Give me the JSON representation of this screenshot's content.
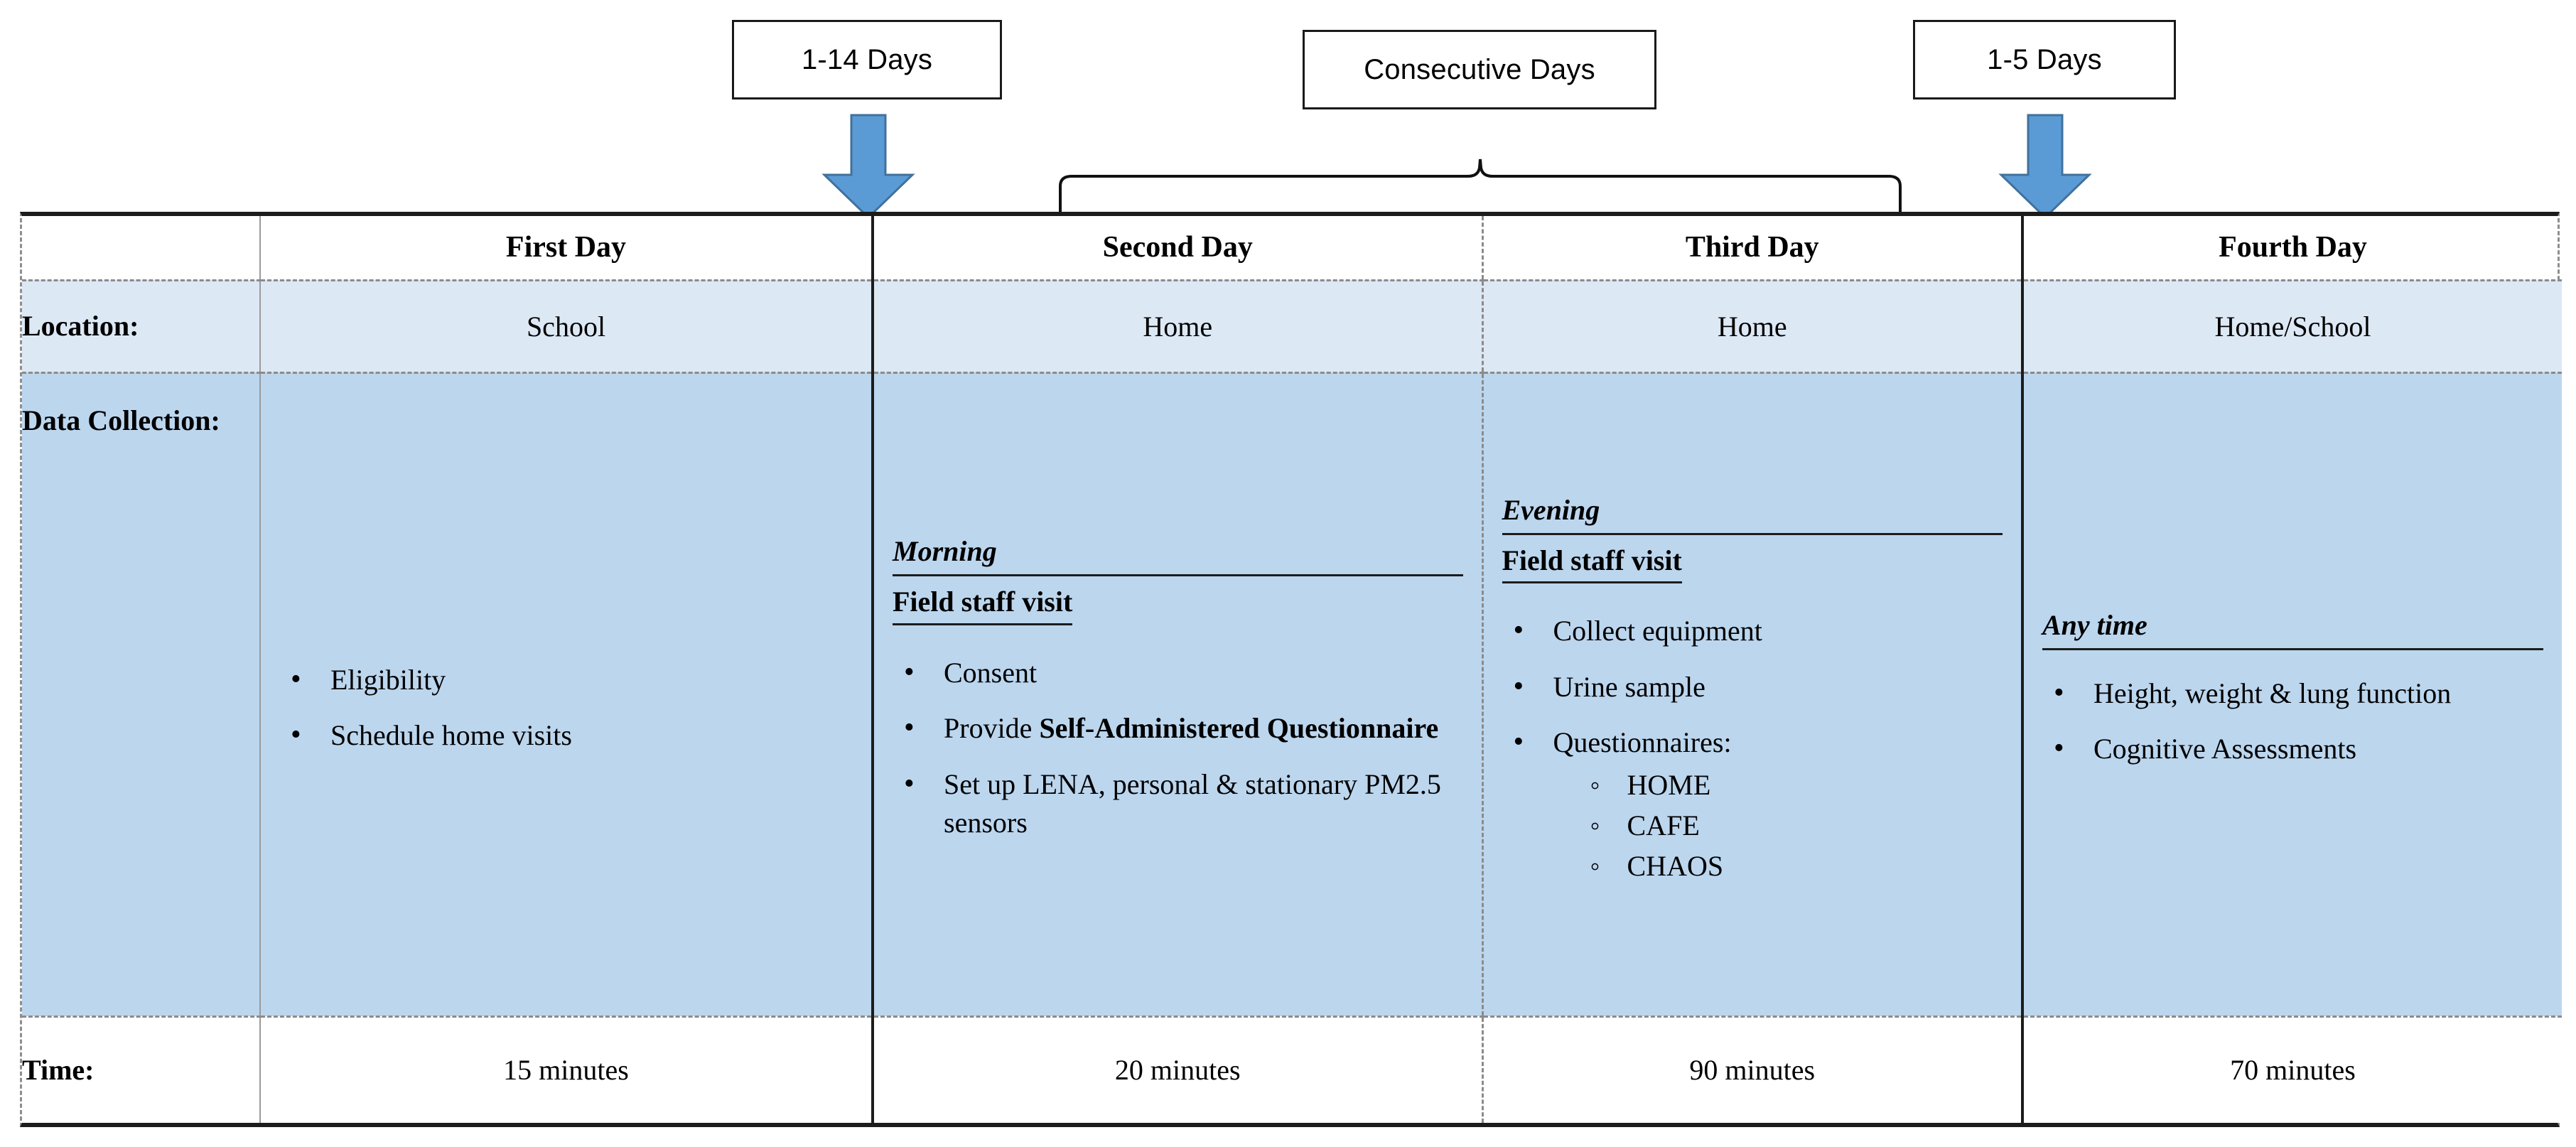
{
  "callouts": [
    {
      "id": "1-14-days",
      "label": "1-14 Days"
    },
    {
      "id": "consecutive-days",
      "label": "Consecutive Days"
    },
    {
      "id": "1-5-days",
      "label": "1-5 Days"
    }
  ],
  "colors": {
    "arrow_fill": "#5B9BD5",
    "arrow_stroke": "#41719C",
    "location_row_bg": "#DDE8F5",
    "data_row_bg": "#BCD6EE",
    "border_dark": "#1C1C1C",
    "border_dashed": "#8B8B8B"
  },
  "table": {
    "row_labels": {
      "header": "",
      "location": "Location:",
      "data_collection": "Data Collection:",
      "time": "Time:"
    },
    "columns": [
      {
        "key": "first",
        "header": "First Day",
        "location": "School",
        "time": "15 minutes"
      },
      {
        "key": "second",
        "header": "Second Day",
        "location": "Home",
        "time": "20 minutes"
      },
      {
        "key": "third",
        "header": "Third Day",
        "location": "Home",
        "time": "90 minutes"
      },
      {
        "key": "fourth",
        "header": "Fourth Day",
        "location": "Home/School",
        "time": "70 minutes"
      }
    ],
    "data_collection": {
      "first": {
        "phase": "",
        "visit": "",
        "bullets": [
          "Eligibility",
          "Schedule home visits"
        ]
      },
      "second": {
        "phase": "Morning",
        "visit": "Field staff visit",
        "bullets_parts": [
          [
            {
              "text": "Consent",
              "bold": false
            }
          ],
          [
            {
              "text": "Provide ",
              "bold": false
            },
            {
              "text": "Self-Administered Questionnaire",
              "bold": true
            }
          ],
          [
            {
              "text": "Set up LENA, personal & stationary PM2.5 sensors",
              "bold": false
            }
          ]
        ]
      },
      "third": {
        "phase": "Evening",
        "visit": "Field staff visit",
        "bullets": [
          "Collect equipment",
          "Urine sample",
          "Questionnaires:"
        ],
        "sub_bullets": [
          "HOME",
          "CAFE",
          "CHAOS"
        ]
      },
      "fourth": {
        "phase": "Any time",
        "visit": "",
        "bullets": [
          "Height, weight & lung function",
          "Cognitive Assessments"
        ]
      }
    }
  }
}
